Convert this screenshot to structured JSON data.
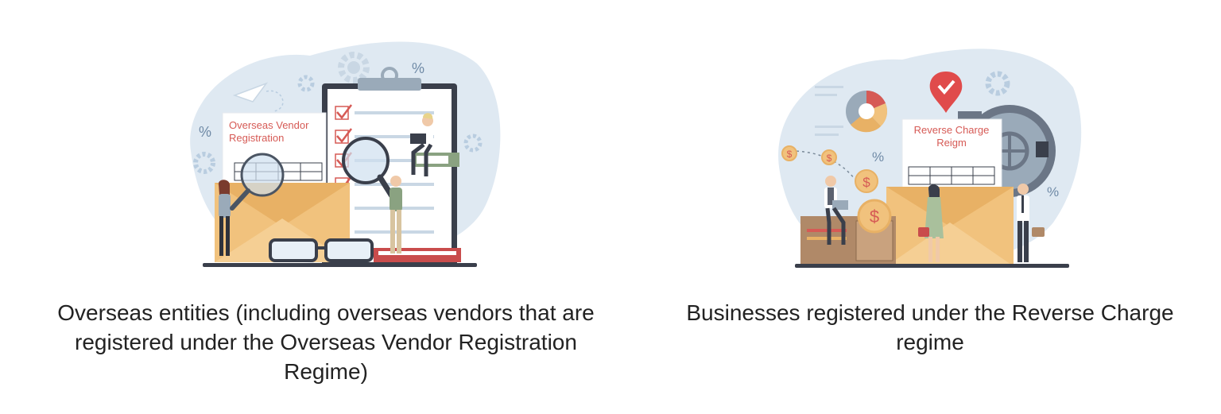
{
  "colors": {
    "accent_red": "#d65a55",
    "envelope": "#f1c27d",
    "blob": "#dfe9f2",
    "dark_outline": "#3a3f4b",
    "check_red": "#e04b4b",
    "text": "#222222"
  },
  "icons": [
    "magnifier-icon",
    "gear-icon",
    "percent-icon",
    "paper-plane-icon",
    "glasses-icon",
    "clipboard-icon",
    "check-mark-icon",
    "pie-chart-icon",
    "dollar-coin-icon",
    "safe-icon",
    "location-check-icon",
    "calculator-icon",
    "laptop-icon",
    "briefcase-icon",
    "handbag-icon"
  ],
  "left": {
    "document_title_line1": "Overseas Vendor",
    "document_title_line2": "Registration",
    "percent_symbol": "%",
    "caption": "Overseas entities (including overseas vendors that are registered under the Overseas Vendor Registration Regime)"
  },
  "right": {
    "document_title_line1": "Reverse Charge",
    "document_title_line2": "Reigm",
    "percent_symbol": "%",
    "dollar_symbol": "$",
    "caption": "Businesses registered under the Reverse Charge regime"
  }
}
